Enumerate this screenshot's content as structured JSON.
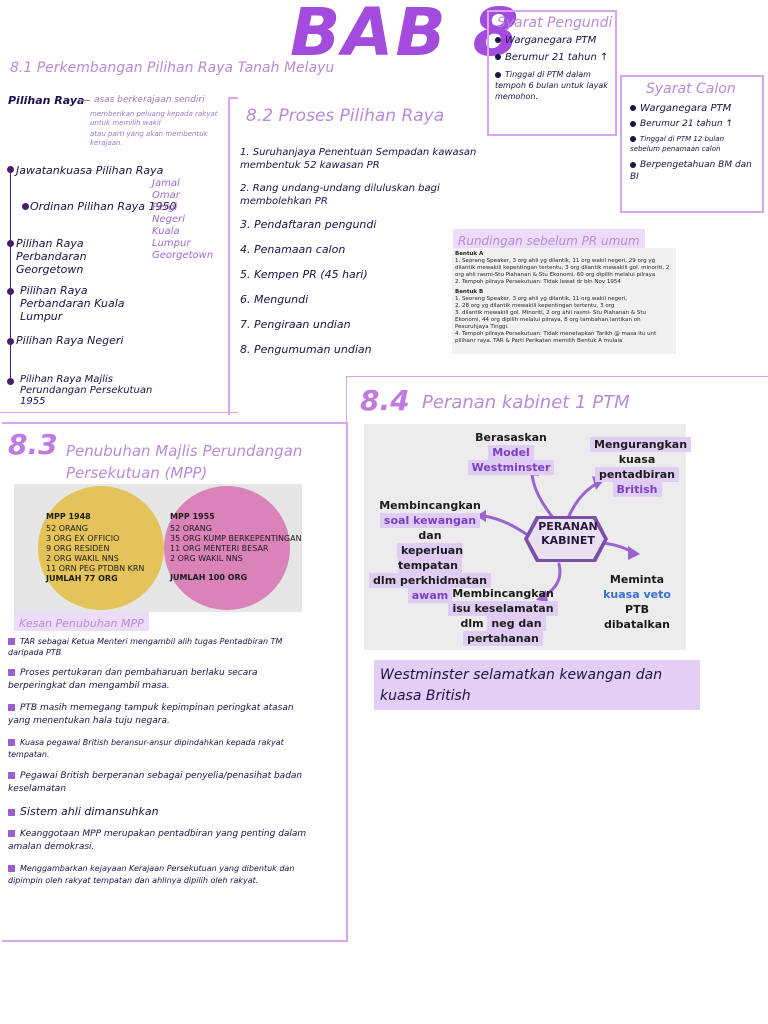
{
  "title": "BAB 8",
  "syarat_pengundi": {
    "heading": "Syarat Pengundi",
    "items": [
      "Warganegara PTM",
      "Berumur 21 tahun ↑",
      "Tinggal di PTM dalam tempoh 6 bulan untuk layak memohon."
    ]
  },
  "syarat_calon": {
    "heading": "Syarat Calon",
    "items": [
      "Warganegara PTM",
      "Berumur 21 tahun ↑",
      "Tinggal di PTM 12 bulan sebelum penamaan calon",
      "Berpengetahuan BM dan BI"
    ]
  },
  "s81": {
    "heading": "8.1 Perkembangan Pilihan Raya Tanah Melayu",
    "pilihan_raya": "Pilihan Raya",
    "definition": [
      "asas berkerajaan sendiri",
      "memberikan peluang kepada rakyat untuk memilih wakil",
      "atau parti yang akan membentuk kerajaan."
    ],
    "timeline": [
      "Jawatankuasa Pilihan Raya",
      "Ordinan Pilihan Raya 1950",
      "Pilihan Raya Perbandaran Georgetown",
      "Pilihan Raya Perbandaran Kuala Lumpur",
      "Pilihan Raya Negeri",
      "Pilihan Raya Majlis Perundangan Persekutuan 1955"
    ],
    "states": [
      "Jamal",
      "Omar",
      "Pergi",
      "Negeri",
      "Kuala",
      "Lumpur",
      "Georgetown"
    ]
  },
  "s82": {
    "heading": "8.2 Proses Pilihan Raya",
    "steps": [
      "1. Suruhanjaya Penentuan Sempadan kawasan membentuk 52 kawasan PR",
      "2. Rang undang-undang diluluskan bagi membolehkan PR",
      "3. Pendaftaran pengundi",
      "4. Penamaan calon",
      "5. Kempen PR (45 hari)",
      "6. Mengundi",
      "7. Pengiraan undian",
      "8. Pengumuman undian"
    ]
  },
  "rundingan": {
    "heading": "Rundingan sebelum PR umum",
    "bentuk_a_label": "Bentuk A",
    "bentuk_a": [
      "1. Seorang Speaker, 3 org ahli yg dilantik, 11 org wakil negeri, 29 org yg dilantik mewakili kepentingan tertentu, 3 org dilantik mewakili gol. minoriti, 2 org ahli rasmi-Stu Piahanan & Stu Ekonomi, 60 org dipilih melalui pilraya",
      "2. Tempoh pilraya Persekutuan: Tidak lewat dr bln Nov 1954"
    ],
    "bentuk_b_label": "Bentuk B",
    "bentuk_b": [
      "1. Seorang Speaker, 3 org ahli yg dilantik, 11 org wakil negeri,",
      "2. 28 org yg dilantik mewakili kepentingan tertentu, 3 org",
      "3. dilantik mewakili gol. Minoriti, 2 org ahli rasmi- Stu Piahanan & Stu Ekonomi, 44 org dipilih melalui pilraya, 8 org tambahan lantikan oh Pesuruhjaya Tinggi.",
      "4. Tempoh pilraya Persekutuan: Tidak menetapkan Tarikh @ masa itu unt pilihanr raya. TAR & Parti Perikatan memilih Bentuk A mulaia"
    ]
  },
  "s83": {
    "heading_num": "8.3",
    "heading": "Penubuhan Majlis Perundangan Persekutuan (MPP)",
    "mpp1948": {
      "title": "MPP 1948",
      "lines": [
        "52 ORANG",
        "3 ORG EX OFFICIO",
        "9 ORG RESIDEN",
        "2 ORG WAKIL NNS",
        "11 ORN PEG PTDBN KRN"
      ],
      "total": "JUMLAH 77 ORG"
    },
    "mpp1955": {
      "title": "MPP 1955",
      "lines": [
        "52 ORANG",
        "35 ORG KUMP BERKEPENTINGAN",
        "11 ORG MENTERI BESAR",
        "2 ORG WAKIL NNS"
      ],
      "total": "JUMLAH 100 ORG"
    },
    "kesan_heading": "Kesan Penubuhan MPP",
    "kesan": [
      "TAR sebagai Ketua Menteri mengambil alih tugas Pentadbiran TM daripada PTB",
      "Proses pertukaran dan pembaharuan berlaku secara berperingkat dan mengambil masa.",
      "PTB masih memegang tampuk kepimpinan peringkat atasan yang menentukan hala tuju negara.",
      "Kuasa pegawai British beransur-ansur dipindahkan kepada rakyat tempatan.",
      "Pegawai British berperanan sebagai penyelia/penasihat badan keselamatan",
      "Sistem ahli dimansuhkan",
      "Keanggotaan MPP merupakan pentadbiran yang penting dalam amalan demokrasi.",
      "Menggambarkan kejayaan Kerajaan Persekutuan yang dibentuk dan dipimpin oleh rakyat tempatan dan ahlinya dipilih oleh rakyat."
    ]
  },
  "s84": {
    "heading_num": "8.4",
    "heading": "Peranan kabinet 1 PTM",
    "center": [
      "PERANAN",
      "KABINET"
    ],
    "n1_a": "Berasaskan",
    "n1_b": "Model",
    "n1_c": "Westminster",
    "n2_a": "Mengurangkan",
    "n2_b": "kuasa",
    "n2_c": "pentadbiran",
    "n2_d": "British",
    "n3_a": "Membincangkan",
    "n3_b": "soal kewangan",
    "n3_c": "dan",
    "n3_d": "keperluan tempatan",
    "n3_e": "dlm perkhidmatan",
    "n3_f": "awam",
    "n4_a": "Meminta",
    "n4_b": "kuasa veto",
    "n4_c": "PTB",
    "n4_d": "dibatalkan",
    "n5_a": "Membincangkan",
    "n5_b": "isu keselamatan",
    "n5_c": "dlm",
    "n5_d": "neg dan",
    "n5_e": "pertahanan",
    "note": "Westminster selamatkan kewangan dan kuasa British"
  }
}
